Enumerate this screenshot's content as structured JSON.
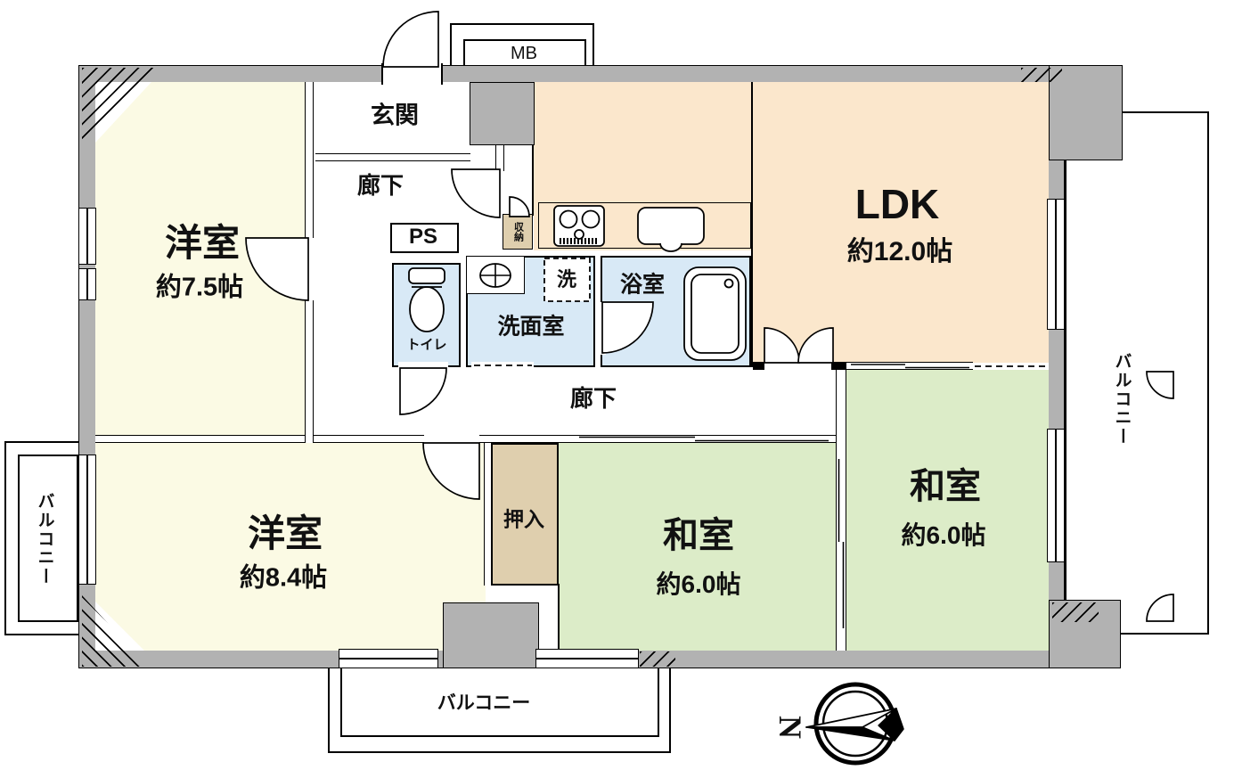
{
  "plan_type": "apartment-floor-plan",
  "rooms": {
    "yoshitsu1": {
      "name": "洋室",
      "size": "約7.5帖"
    },
    "yoshitsu2": {
      "name": "洋室",
      "size": "約8.4帖"
    },
    "ldk": {
      "name": "LDK",
      "size": "約12.0帖"
    },
    "washitsu1": {
      "name": "和室",
      "size": "約6.0帖"
    },
    "washitsu2": {
      "name": "和室",
      "size": "約6.0帖"
    }
  },
  "spaces": {
    "genkan": "玄関",
    "hallway_upper": "廊下",
    "hallway_lower": "廊下",
    "ps": "PS",
    "toilet": "トイレ",
    "washroom": "洗面室",
    "washer": "洗",
    "bathroom": "浴室",
    "storage": "収納",
    "closet": "押入",
    "meter_box": "MB",
    "balcony_left": "バルコニー",
    "balcony_right": "バルコニー",
    "balcony_bottom": "バルコニー"
  },
  "compass": {
    "north": "N"
  },
  "colors": {
    "wall": "#b2b2b2",
    "western_room": "#fbfae4",
    "ldk_kitchen": "#fbe7cc",
    "japanese_room": "#dcecc8",
    "wet_area": "#d8e9f6",
    "closet": "#dfcfae"
  }
}
